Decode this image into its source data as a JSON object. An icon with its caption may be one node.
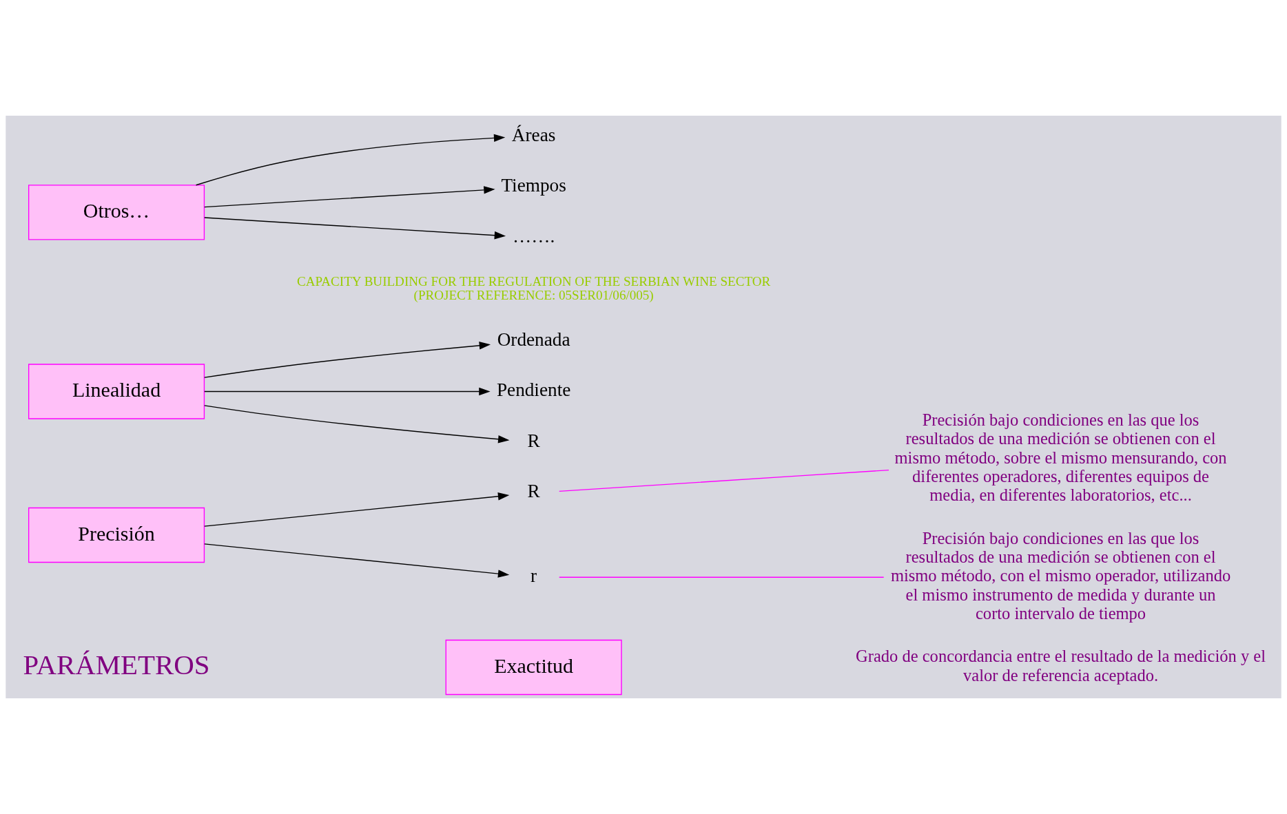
{
  "diagram": {
    "nodes": [
      {
        "text": [
          "Exactitud"
        ]
      },
      {
        "text": [
          "Precisión"
        ]
      },
      {
        "text": [
          "Linealidad"
        ]
      },
      {
        "text": [
          "Otros…"
        ]
      },
      {
        "text": [
          "r"
        ]
      },
      {
        "text": [
          "R"
        ]
      },
      {
        "text": [
          "Ordenada"
        ]
      },
      {
        "text": [
          "Pendiente"
        ]
      },
      {
        "text": [
          "R"
        ]
      },
      {
        "text": [
          "Áreas"
        ]
      },
      {
        "text": [
          "Tiempos"
        ]
      },
      {
        "text": [
          "……."
        ]
      },
      {
        "text": [
          "Precisión bajo condiciones en las que los resultados de una medición se obtienen con el mismo método, con el mismo operador, utilizando el mismo instrumento de medida y durante un corto intervalo de tiempo"
        ]
      },
      {
        "text": [
          "Precisión bajo condiciones en las que los resultados de una medición se obtienen con el mismo método, sobre el mismo mensurando, con diferentes operadores, diferentes equipos de media, en diferentes laboratorios, etc..."
        ]
      }
    ],
    "edges": [
      {
        "from": 1,
        "to": 4,
        "arrow": "to"
      },
      {
        "from": 1,
        "to": 5,
        "arrow": "to"
      },
      {
        "from": 2,
        "to": 6,
        "arrow": "to"
      },
      {
        "from": 2,
        "to": 7,
        "arrow": "to"
      },
      {
        "from": 2,
        "to": 8,
        "arrow": "to"
      },
      {
        "from": 3,
        "to": 9,
        "arrow": "to"
      },
      {
        "from": 3,
        "to": 10,
        "arrow": "to"
      },
      {
        "from": 3,
        "to": 11,
        "arrow": "to"
      },
      {
        "from": 4,
        "to": 12,
        "arrow": "none",
        "color": "#ff00ff"
      },
      {
        "from": 5,
        "to": 13,
        "arrow": "none",
        "color": "#ff00ff"
      }
    ],
    "labels": [
      "PARÁMETROS",
      "Grado de concordancia entre el resultado de la medición y el valor de referencia aceptado.",
      "CAPACITY BUILDING FOR THE REGULATION OF THE SERBIAN WINE SECTOR (PROJECT REFERENCE: 05SER01/06/005)"
    ]
  }
}
